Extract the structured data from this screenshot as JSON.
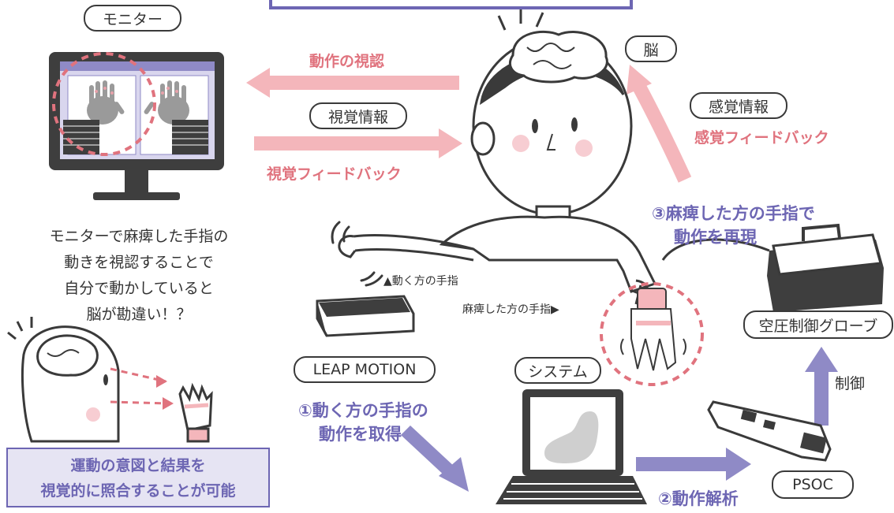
{
  "labels": {
    "monitor": "モニター",
    "brain": "脳",
    "visual_info": "視覚情報",
    "sensory_info": "感覚情報",
    "leap_motion": "LEAP MOTION",
    "system": "システム",
    "glove": "空圧制御グローブ",
    "psoc": "PSOC"
  },
  "arrows": {
    "motion_view": "動作の視認",
    "visual_feedback": "視覚フィードバック",
    "sensory_feedback": "感覚フィードバック",
    "control": "制御"
  },
  "steps": {
    "step1_line1": "①動く方の手指の",
    "step1_line2": "動作を取得",
    "step2": "②動作解析",
    "step3_line1": "③麻痺した方の手指で",
    "step3_line2": "動作を再現"
  },
  "hands": {
    "moving_hand": "▲動く方の手指",
    "paralyzed_hand": "麻痺した方の手指▶"
  },
  "caption": [
    "モニターで麻痺した手指の",
    "動きを視認することで",
    "自分で動かしていると",
    "脳が勘違い！？"
  ],
  "info_box": {
    "line1": "運動の意図と結果を",
    "line2": "視覚的に照合することが可能"
  },
  "colors": {
    "pink": "#e0737e",
    "pink_arrow": "#f4b6bb",
    "purple": "#6d66b3",
    "purple_arrow": "#8f8ac6",
    "box_fill": "#e6e4f3"
  }
}
